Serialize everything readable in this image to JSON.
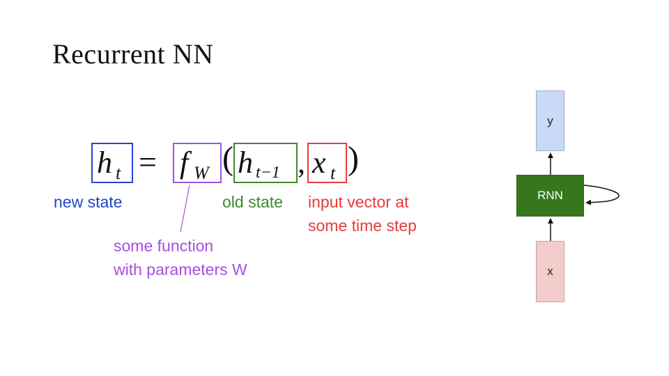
{
  "slide": {
    "title": "Recurrent NN"
  },
  "equation": {
    "lhs_base": "h",
    "lhs_sub": "t",
    "equals": "=",
    "func_base": "f",
    "func_sub": "W",
    "open_paren": "(",
    "arg1_base": "h",
    "arg1_sub": "t−1",
    "comma": ",",
    "arg2_base": "x",
    "arg2_sub": "t",
    "close_paren": ")"
  },
  "labels": {
    "new_state": "new state",
    "old_state": "old state",
    "input_vector_line1": "input vector at",
    "input_vector_line2": "some time step",
    "function_line1": "some function",
    "function_line2": "with parameters W"
  },
  "diagram": {
    "output_node": "y",
    "rnn_node": "RNN",
    "input_node": "x"
  },
  "colors": {
    "new_state": "#2445c8",
    "function": "#a64fe0",
    "old_state": "#3c8a2e",
    "input": "#e53c3c",
    "rnn_fill": "#38761d",
    "output_fill": "#c9daf8",
    "input_fill": "#f4cccc"
  }
}
